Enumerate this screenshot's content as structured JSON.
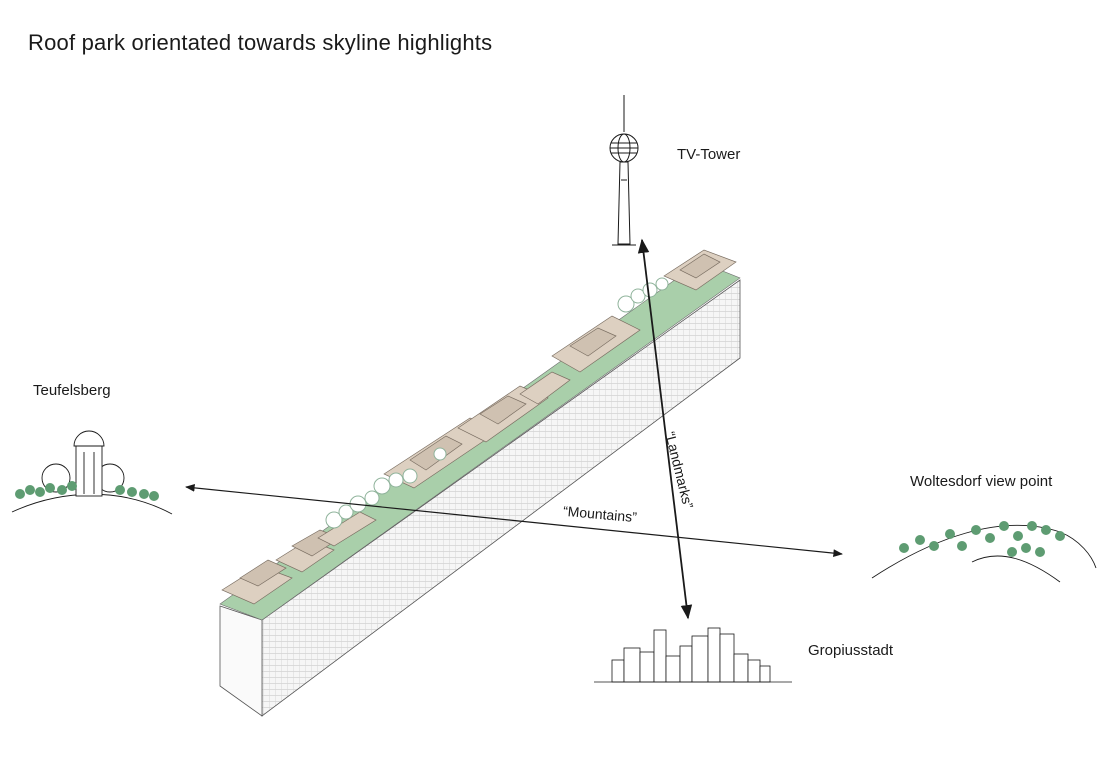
{
  "title": "Roof park orientated towards skyline highlights",
  "landmarks": {
    "tv_tower": "TV-Tower",
    "teufelsberg": "Teufelsberg",
    "woltesdorf": "Woltesdorf view point",
    "gropiusstadt": "Gropiusstadt"
  },
  "axes": {
    "mountains": "“Mountains”",
    "landmarks": "“Landmarks”"
  },
  "colors": {
    "ink": "#1a1a1a",
    "roof_green": "#a9cfaa",
    "roof_module": "#ddd0c1",
    "tree": "#5e9c72",
    "facade": "#f4f4f4"
  }
}
